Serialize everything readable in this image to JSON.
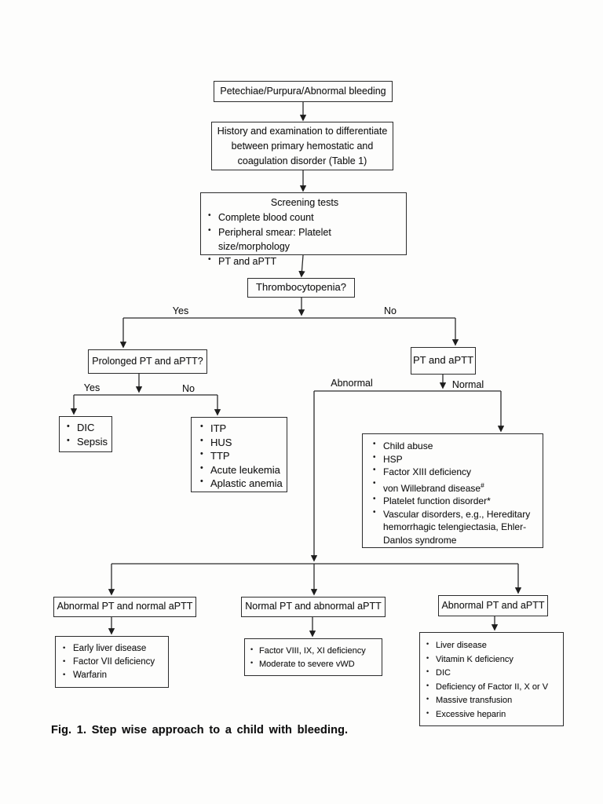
{
  "caption": "Fig. 1. Step wise approach to a child with bleeding.",
  "edge_labels": {
    "thrombo_yes": "Yes",
    "thrombo_no": "No",
    "prolonged_yes": "Yes",
    "prolonged_no": "No",
    "pt_abnormal": "Abnormal",
    "pt_normal": "Normal"
  },
  "nodes": {
    "start": {
      "text": "Petechiae/Purpura/Abnormal bleeding"
    },
    "history": {
      "lines": [
        "History and examination to differentiate",
        "between primary hemostatic and",
        "coagulation disorder (Table 1)"
      ]
    },
    "screening": {
      "title": "Screening tests",
      "items": [
        "Complete blood count",
        "Peripheral smear: Platelet size/morphology",
        "PT and aPTT"
      ]
    },
    "thrombocytopenia": {
      "text": "Thrombocytopenia?"
    },
    "prolonged_pt_aptt": {
      "text": "Prolonged PT and aPTT?"
    },
    "pt_aptt": {
      "text": "PT and aPTT"
    },
    "dic_sepsis": {
      "items": [
        "DIC",
        "Sepsis"
      ]
    },
    "thrombo_causes": {
      "items": [
        "ITP",
        "HUS",
        "TTP",
        "Acute leukemia",
        "Aplastic anemia"
      ]
    },
    "normal_causes": {
      "items": [
        "Child abuse",
        "HSP",
        "Factor XIII deficiency"
      ],
      "vwd_text": "von Willebrand disease",
      "vwd_sup": "#",
      "platelet_item": "Platelet function disorder*",
      "vascular_item": "Vascular disorders, e.g., Hereditary hemorrhagic telengiectasia, Ehler-Danlos syndrome"
    },
    "abn_pt_normal_aptt": {
      "text": "Abnormal PT and normal aPTT"
    },
    "normal_pt_abn_aptt": {
      "text": "Normal PT and abnormal aPTT"
    },
    "abn_pt_aptt": {
      "text": "Abnormal PT and aPTT"
    },
    "abn_pt_causes": {
      "items": [
        "Early liver disease",
        "Factor VII deficiency",
        "Warfarin"
      ]
    },
    "abn_aptt_causes": {
      "items": [
        "Factor VIII, IX, XI deficiency",
        "Moderate to severe vWD"
      ]
    },
    "both_abn_causes": {
      "items": [
        "Liver disease",
        "Vitamin K deficiency",
        "DIC",
        "Deficiency of Factor II, X or V",
        "Massive transfusion",
        "Excessive heparin"
      ]
    }
  }
}
